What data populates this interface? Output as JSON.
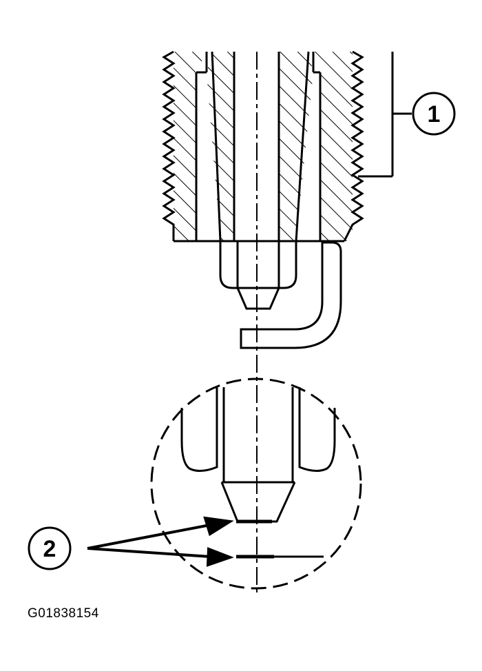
{
  "callouts": [
    {
      "id": "1",
      "label": "1"
    },
    {
      "id": "2",
      "label": "2"
    }
  ],
  "figure_id": "G01838154"
}
